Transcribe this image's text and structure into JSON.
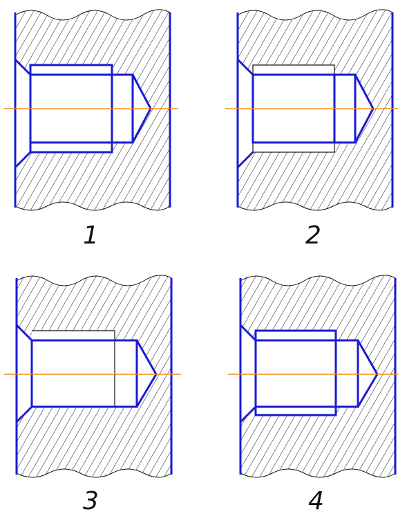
{
  "variants": [
    {
      "label": "1"
    },
    {
      "label": "2"
    },
    {
      "label": "3"
    },
    {
      "label": "4"
    }
  ],
  "colors": {
    "outline": "#1a1ad6",
    "axis": "#f08c1e",
    "hatch": "#111111",
    "label": "#111111"
  }
}
